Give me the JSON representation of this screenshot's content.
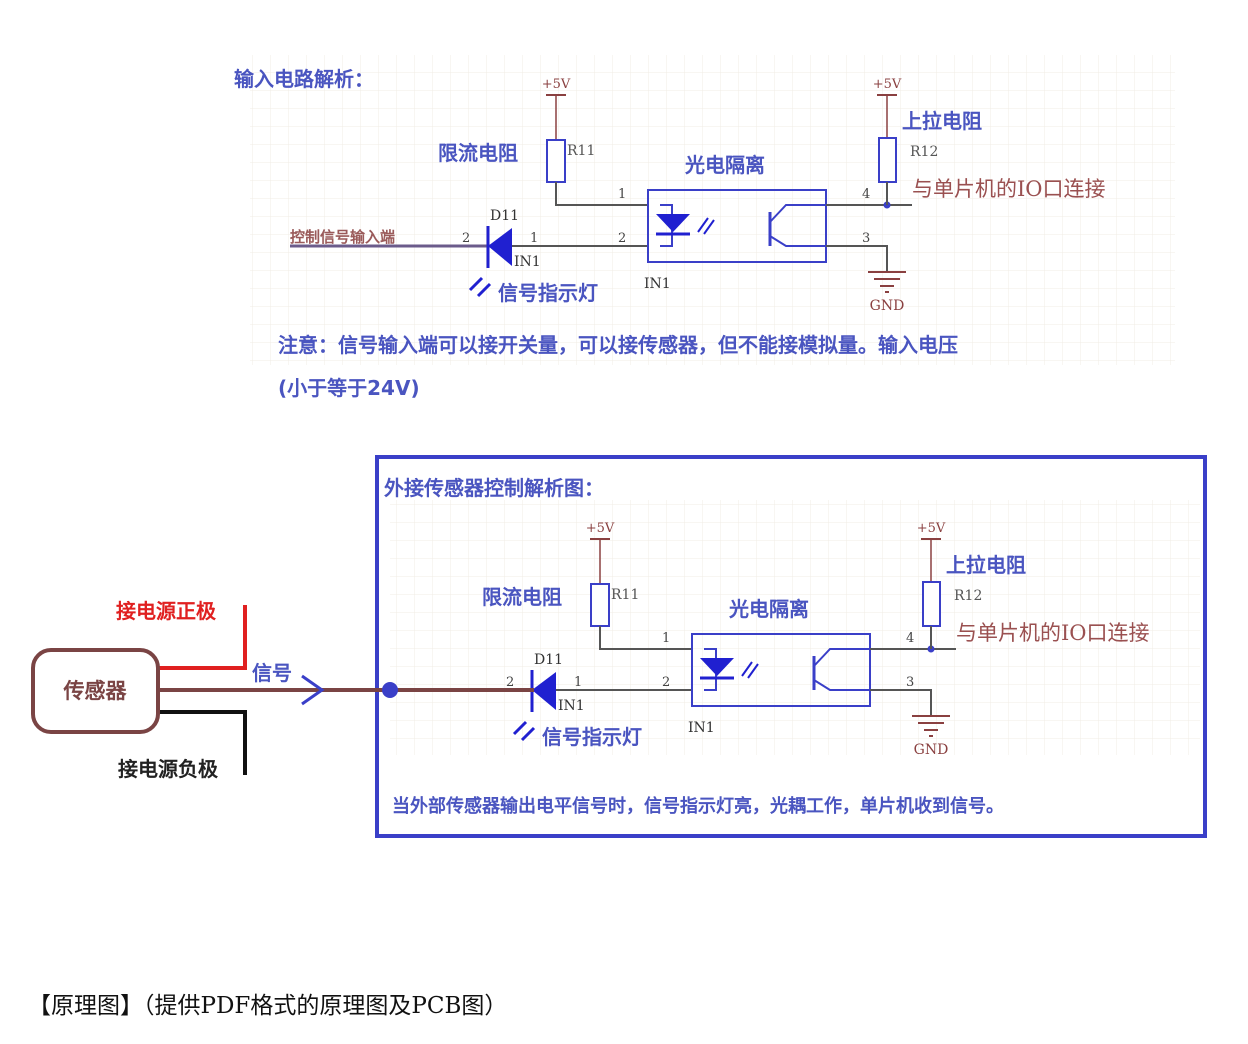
{
  "top": {
    "title": "输入电路解析：",
    "note_line1": "注意：信号输入端可以接开关量，可以接传感器，但不能接模拟量。输入电压",
    "note_line2": "(小于等于24V)",
    "input_label": "控制信号输入端"
  },
  "schematic": {
    "vcc": "+5V",
    "r11": "R11",
    "r12": "R12",
    "limit_resistor": "限流电阻",
    "pullup_resistor": "上拉电阻",
    "opto_isolation": "光电隔离",
    "mcu_io": "与单片机的IO口连接",
    "d11": "D11",
    "in1": "IN1",
    "indicator": "信号指示灯",
    "gnd": "GND",
    "pin1": "1",
    "pin2": "2",
    "pin3": "3",
    "pin4": "4"
  },
  "bottom": {
    "title": "外接传感器控制解析图：",
    "sensor": "传感器",
    "positive": "接电源正极",
    "negative": "接电源负极",
    "signal": "信号",
    "description": "当外部传感器输出电平信号时，信号指示灯亮，光耦工作，单片机收到信号。"
  },
  "caption": "【原理图】（提供PDF格式的原理图及PCB图）",
  "colors": {
    "blue": "#3a3fc8",
    "wire": "#7a4444",
    "red": "#e02020",
    "text_blue": "#4a55c0"
  }
}
